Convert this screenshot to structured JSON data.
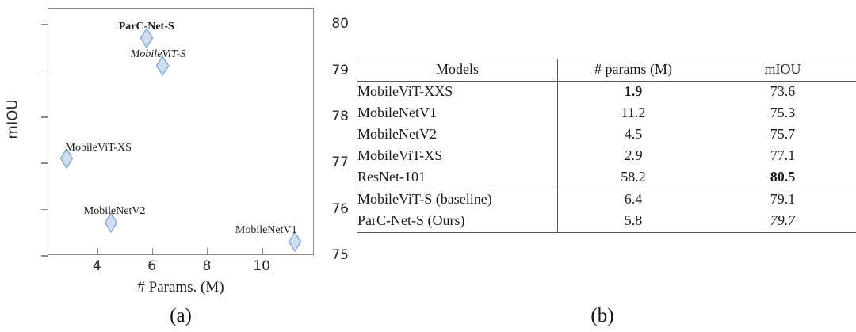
{
  "chart_data": [
    {
      "type": "scatter",
      "title": "",
      "xlabel": "# Params. (M)",
      "ylabel": "mIOU",
      "xlim": [
        2.2,
        11.9
      ],
      "ylim": [
        75,
        80.35
      ],
      "xticks": [
        4,
        6,
        8,
        10
      ],
      "yticks": [
        75,
        76,
        77,
        78,
        79,
        80
      ],
      "grid": false,
      "legend": "none",
      "marker": "diamond",
      "marker_fill": "#cfdef0",
      "marker_edge": "#7b9fd4",
      "caption": "(a)",
      "points": [
        {
          "label": "ParC-Net-S",
          "x": 5.8,
          "y": 79.7,
          "style": "bold",
          "label_dx": 0,
          "label_dy": -22
        },
        {
          "label": "MobileViT-S",
          "x": 6.4,
          "y": 79.1,
          "style": "italic",
          "label_dx": -6,
          "label_dy": -22
        },
        {
          "label": "MobileViT-XS",
          "x": 2.9,
          "y": 77.1,
          "style": "normal",
          "label_dx": 40,
          "label_dy": -21
        },
        {
          "label": "MobileNetV2",
          "x": 4.5,
          "y": 75.7,
          "style": "normal",
          "label_dx": 5,
          "label_dy": -22
        },
        {
          "label": "MobileNetV1",
          "x": 11.2,
          "y": 75.3,
          "style": "normal",
          "label_dx": -36,
          "label_dy": -22
        }
      ]
    },
    {
      "type": "table",
      "caption": "(b)",
      "columns": [
        "Models",
        "# params (M)",
        "mIOU"
      ],
      "groups": [
        {
          "rows": [
            {
              "model": "MobileViT-XXS",
              "params": "1.9",
              "params_style": "bold",
              "miou": "73.6",
              "miou_style": "normal"
            },
            {
              "model": "MobileNetV1",
              "params": "11.2",
              "params_style": "normal",
              "miou": "75.3",
              "miou_style": "normal"
            },
            {
              "model": "MobileNetV2",
              "params": "4.5",
              "params_style": "normal",
              "miou": "75.7",
              "miou_style": "normal"
            },
            {
              "model": "MobileViT-XS",
              "params": "2.9",
              "params_style": "italic",
              "miou": "77.1",
              "miou_style": "normal"
            },
            {
              "model": "ResNet-101",
              "params": "58.2",
              "params_style": "normal",
              "miou": "80.5",
              "miou_style": "bold"
            }
          ]
        },
        {
          "rows": [
            {
              "model": "MobileViT-S (baseline)",
              "params": "6.4",
              "params_style": "normal",
              "miou": "79.1",
              "miou_style": "normal"
            },
            {
              "model": "ParC-Net-S (Ours)",
              "params": "5.8",
              "params_style": "normal",
              "miou": "79.7",
              "miou_style": "italic"
            }
          ]
        }
      ]
    }
  ]
}
